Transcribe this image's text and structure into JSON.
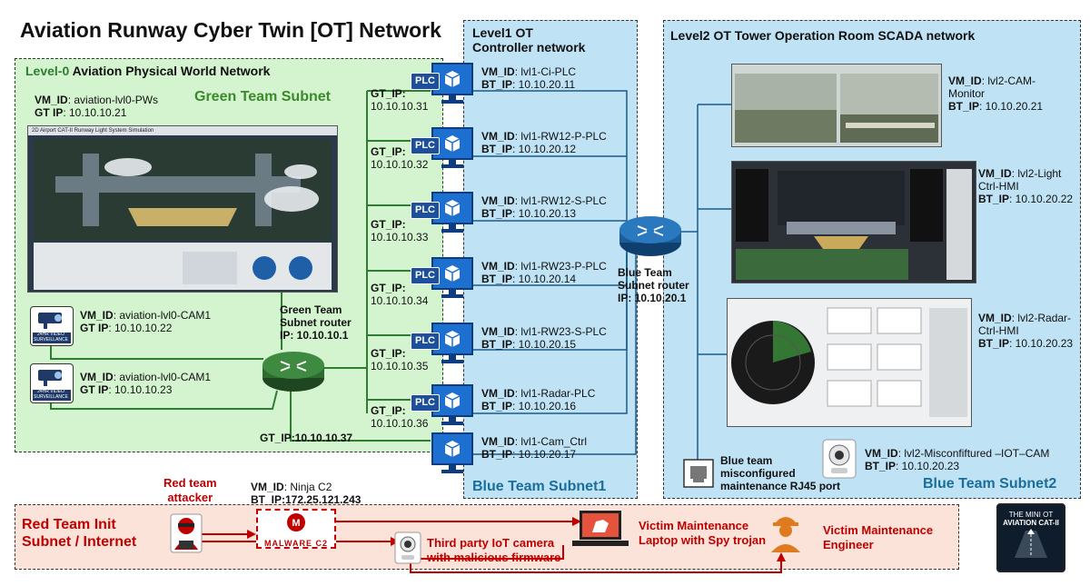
{
  "title": "Aviation Runway Cyber Twin [OT] Network",
  "level0": {
    "heading_prefix": "Level-0",
    "heading_rest": "Aviation Physical World Network",
    "subnet_label": "Green Team Subnet",
    "pws": {
      "vm_label": "VM_ID",
      "vm_value": ": aviation-lvl0-PWs",
      "ip_label": "GT IP",
      "ip_value": ":  10.10.10.21"
    },
    "cam1": {
      "vm_label": "VM_ID",
      "vm_value": ": aviation-lvl0-CAM1",
      "ip_label": "GT IP",
      "ip_value": ":  10.10.10.22"
    },
    "cam2": {
      "vm_label": "VM_ID",
      "vm_value": ": aviation-lvl0-CAM1",
      "ip_label": "GT IP",
      "ip_value": ":  10.10.10.23"
    },
    "router": {
      "line1": "Green Team",
      "line2": "Subnet router",
      "line3": "IP: 10.10.10.1"
    },
    "sim_title": "2D Airport CAT-II Runway Light System Simulation",
    "cam_badge": "24HR VIDEO SURVEILLANCE"
  },
  "level1": {
    "heading1": "Level1 OT",
    "heading2": "Controller network",
    "subnet_label": "Blue Team Subnet1",
    "plc_badge": "PLC",
    "gt_label": "GT_IP:",
    "nodes": [
      {
        "vm_label": "VM_ID",
        "vm_value": ":  lvl1-Ci-PLC",
        "bt_label": "BT_IP",
        "bt_value": ": 10.10.20.11",
        "gt_ip": "10.10.10.31"
      },
      {
        "vm_label": "VM_ID",
        "vm_value": ":  lvl1-RW12-P-PLC",
        "bt_label": "BT_IP",
        "bt_value": ": 10.10.20.12",
        "gt_ip": "10.10.10.32"
      },
      {
        "vm_label": "VM_ID",
        "vm_value": ":  lvl1-RW12-S-PLC",
        "bt_label": "BT_IP",
        "bt_value": ": 10.10.20.13",
        "gt_ip": "10.10.10.33"
      },
      {
        "vm_label": "VM_ID",
        "vm_value": ":  lvl1-RW23-P-PLC",
        "bt_label": "BT_IP",
        "bt_value": ": 10.10.20.14",
        "gt_ip": "10.10.10.34"
      },
      {
        "vm_label": "VM_ID",
        "vm_value": ":  lvl1-RW23-S-PLC",
        "bt_label": "BT_IP",
        "bt_value": ": 10.10.20.15",
        "gt_ip": "10.10.10.35"
      },
      {
        "vm_label": "VM_ID",
        "vm_value": ":  lvl1-Radar-PLC",
        "bt_label": "BT_IP",
        "bt_value": ": 10.10.20.16",
        "gt_ip": "10.10.10.36"
      },
      {
        "vm_label": "VM_ID",
        "vm_value": ":  lvl1-Cam_Ctrl",
        "bt_label": "BT_IP",
        "bt_value": ": 10.10.20.17",
        "gt_ip": "10.10.10.37"
      }
    ],
    "router": {
      "line1": "Blue Team",
      "line2": "Subnet router",
      "line3": "IP: 10.10.20.1"
    }
  },
  "level2": {
    "heading": "Level2 OT Tower Operation Room SCADA network",
    "subnet_label": "Blue Team Subnet2",
    "cam_monitor": {
      "vm_label": "VM_ID",
      "vm_value_1": ": lvl2-CAM-",
      "vm_value_2": "Monitor",
      "bt_label": "BT_IP",
      "bt_value": ": 10.10.20.21"
    },
    "light_hmi": {
      "vm_label": "VM_ID",
      "vm_value_1": ": lvl2-Light",
      "vm_value_2": "Ctrl-HMI",
      "bt_label": "BT_IP",
      "bt_value": ": 10.10.20.22"
    },
    "radar_hmi": {
      "vm_label": "VM_ID",
      "vm_value_1": ": lvl2-Radar-",
      "vm_value_2": "Ctrl-HMI",
      "bt_label": "BT_IP",
      "bt_value": ": 10.10.20.23"
    },
    "iot_cam": {
      "vm_label": "VM_ID",
      "vm_value": ": lvl2-Misconfiftured –IOT–CAM",
      "bt_label": "BT_IP",
      "bt_value": ": 10.10.20.23"
    },
    "rj45": {
      "line1": "Blue team",
      "line2": "misconfigured",
      "line3": "maintenance RJ45 port"
    }
  },
  "red": {
    "subnet_line1": "Red Team Init",
    "subnet_line2": "Subnet / Internet",
    "attacker_line1": "Red team",
    "attacker_line2": "attacker",
    "c2_vm_label": "VM_ID",
    "c2_vm_value": ":  Ninja C2",
    "c2_bt": "BT_IP:172.25.121.243",
    "c2_badge": "MALWARE C2",
    "iot_line1": "Third party IoT camera",
    "iot_line2": "with malicious firmware",
    "laptop_line1": "Victim Maintenance",
    "laptop_line2": "Laptop with Spy trojan",
    "engineer_line1": "Victim Maintenance",
    "engineer_line2": "Engineer"
  },
  "logo": {
    "line1": "THE MINI OT",
    "line2": "AVIATION CAT-II"
  }
}
